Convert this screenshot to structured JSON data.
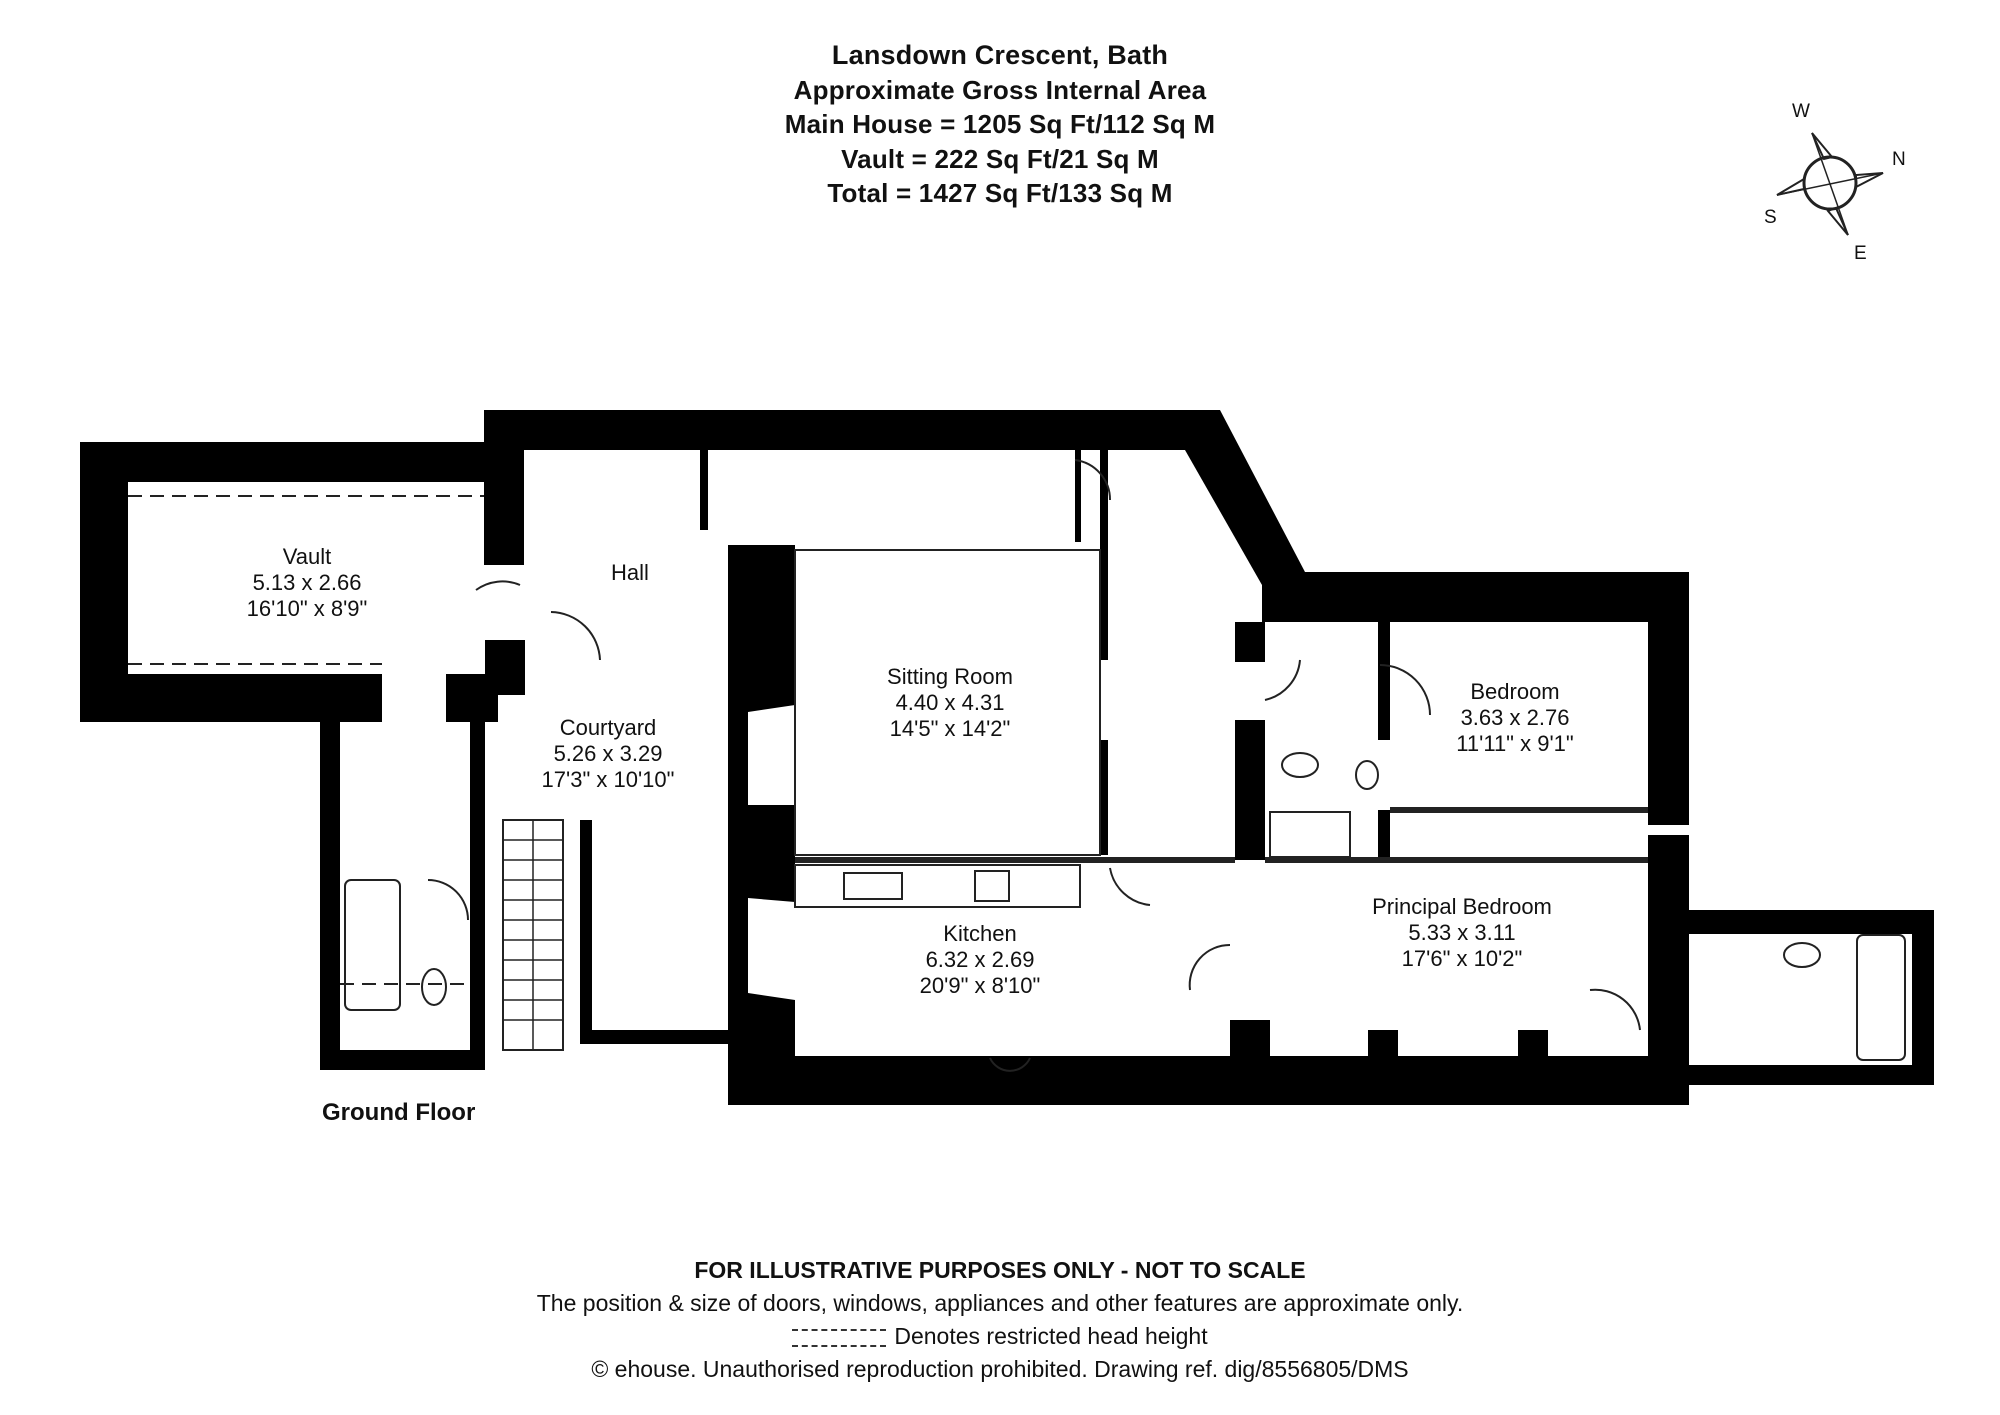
{
  "header": {
    "title": "Lansdown Crescent, Bath",
    "subtitle": "Approximate Gross Internal Area",
    "main_house": "Main House = 1205 Sq Ft/112 Sq M",
    "vault": "Vault = 222 Sq Ft/21 Sq M",
    "total": "Total = 1427 Sq Ft/133 Sq M"
  },
  "compass": {
    "w": "W",
    "n": "N",
    "s": "S",
    "e": "E"
  },
  "rooms": {
    "vault": {
      "name": "Vault",
      "metric": "5.13 x 2.66",
      "imperial": "16'10\" x 8'9\""
    },
    "hall": {
      "name": "Hall"
    },
    "courtyard": {
      "name": "Courtyard",
      "metric": "5.26 x 3.29",
      "imperial": "17'3\" x 10'10\""
    },
    "sitting_room": {
      "name": "Sitting Room",
      "metric": "4.40 x 4.31",
      "imperial": "14'5\" x 14'2\""
    },
    "kitchen": {
      "name": "Kitchen",
      "metric": "6.32 x 2.69",
      "imperial": "20'9\" x 8'10\""
    },
    "bedroom": {
      "name": "Bedroom",
      "metric": "3.63 x 2.76",
      "imperial": "11'11\" x 9'1\""
    },
    "principal_bedroom": {
      "name": "Principal Bedroom",
      "metric": "5.33 x 3.11",
      "imperial": "17'6\" x 10'2\""
    }
  },
  "floor_label": "Ground Floor",
  "footer": {
    "disclaimer": "FOR ILLUSTRATIVE PURPOSES ONLY - NOT TO SCALE",
    "note": "The position & size of doors, windows, appliances and other features are approximate only.",
    "legend": "Denotes restricted head height",
    "copyright": "© ehouse. Unauthorised reproduction prohibited. Drawing ref. dig/8556805/DMS"
  },
  "colors": {
    "wall": "#000000",
    "line": "#222222",
    "background": "#ffffff"
  }
}
